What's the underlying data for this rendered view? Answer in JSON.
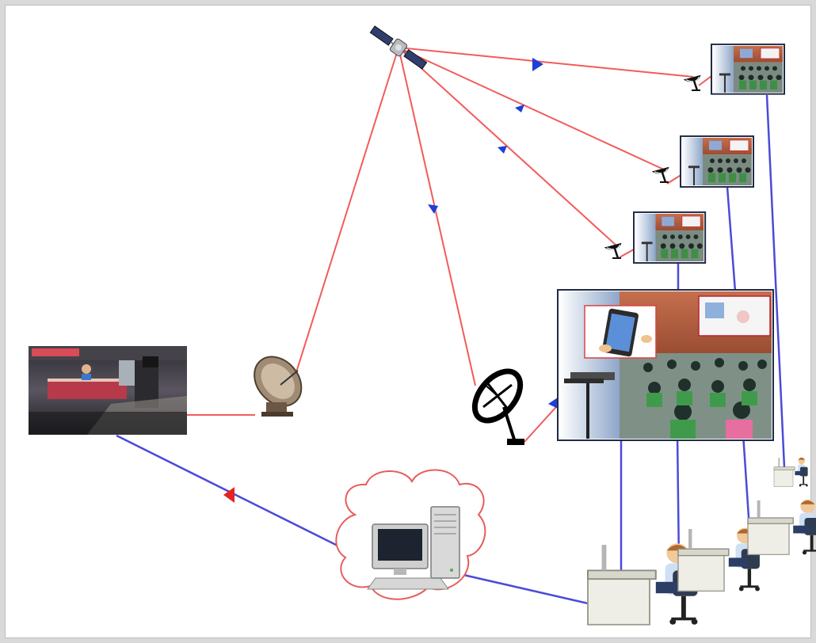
{
  "diagram": {
    "kind": "satellite-distance-learning-network",
    "colors": {
      "satellite_link": "#f25b5b",
      "network_link": "#4b4bd8",
      "arrow_red": "#e42323",
      "arrow_blue": "#1f3fd6",
      "cloud_outline": "#e85c5c",
      "classroom_wall": "#b8664a",
      "screen_frame": "#1f2a44"
    },
    "nodes": [
      {
        "id": "satellite",
        "icon": "satellite-icon"
      },
      {
        "id": "broadcast-studio",
        "icon": "tv-studio-photo"
      },
      {
        "id": "uplink-dish",
        "icon": "uplink-dish-icon"
      },
      {
        "id": "main-receive-dish",
        "icon": "satellite-dish-icon"
      },
      {
        "id": "main-classroom",
        "icon": "classroom-screen"
      },
      {
        "id": "classroom-1",
        "icon": "classroom-screen"
      },
      {
        "id": "classroom-2",
        "icon": "classroom-screen"
      },
      {
        "id": "classroom-3",
        "icon": "classroom-screen"
      },
      {
        "id": "internet-server",
        "icon": "computer-cloud-icon"
      },
      {
        "id": "student-1",
        "icon": "student-desk-icon"
      },
      {
        "id": "student-2",
        "icon": "student-desk-icon"
      },
      {
        "id": "student-3",
        "icon": "student-desk-icon"
      },
      {
        "id": "student-4",
        "icon": "student-desk-icon"
      }
    ]
  }
}
